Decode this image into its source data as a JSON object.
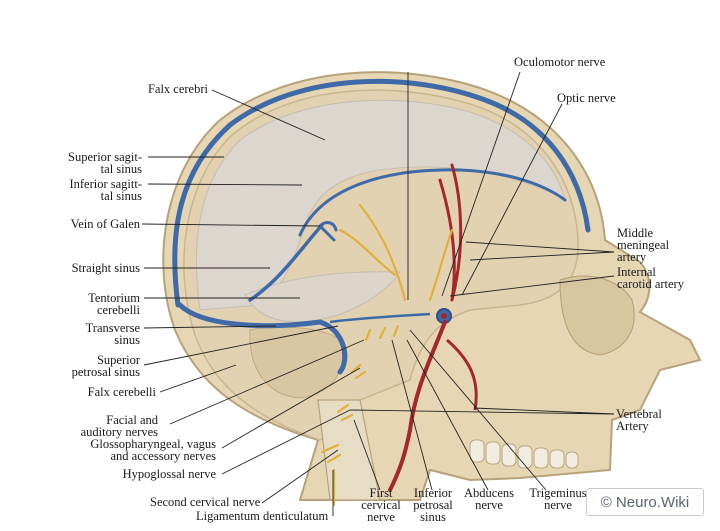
{
  "labels": {
    "oculomotor_nerve": "Oculomotor nerve",
    "falx_cerebri": "Falx cerebri",
    "optic_nerve": "Optic nerve",
    "superior_sagittal_sinus": "Superior sagit-\ntal sinus",
    "inferior_sagittal_sinus": "Inferior sagitt-\ntal sinus",
    "vein_of_galen": "Vein of Galen",
    "straight_sinus": "Straight sinus",
    "middle_meningeal_artery": "Middle\nmeningeal\nartery",
    "internal_carotid_artery": "Internal\ncarotid artery",
    "tentorium_cerebelli": "Tentorium\ncerebelli",
    "transverse_sinus": "Transverse\nsinus",
    "superior_petrosal_sinus": "Superior\npetrosal sinus",
    "falx_cerebelli": "Falx cerebelli",
    "facial_auditory_nerves": "Facial and\nauditory nerves",
    "glossopharyngeal_vagus_accessory": "Glossopharyngeal, vagus\nand accessory nerves",
    "hypoglossal_nerve": "Hypoglossal nerve",
    "vertebral_artery": "Vertebral\nArtery",
    "second_cervical_nerve": "Second cervical nerve",
    "ligamentum_denticulatum": "Ligamentum denticulatum",
    "first_cervical_nerve": "First\ncervical\nnerve",
    "inferior_petrosal_sinus": "Inferior\npetrosal\nsinus",
    "abducens_nerve": "Abducens\nnerve",
    "trigeminus_nerve": "Trigeminus\nnerve"
  },
  "credit": "© Neuro.Wiki",
  "colors": {
    "bone": "#e6d6b4",
    "bone_edge": "#b8a27a",
    "dura": "#dcd6cf",
    "sinus": "#3f6aa8",
    "nerve": "#e1b03c",
    "artery": "#a3272d",
    "brain_cavity": "#e2d2b2"
  }
}
